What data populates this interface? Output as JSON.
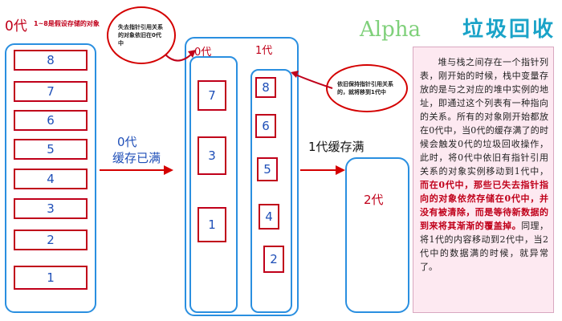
{
  "titles": {
    "alpha": "Alpha",
    "main": "垃圾回收"
  },
  "gen0_left": {
    "label": "0代",
    "note": "1~8是假设存储的对象",
    "items": [
      "8",
      "7",
      "6",
      "5",
      "4",
      "3",
      "2",
      "1"
    ]
  },
  "bubbles": {
    "top": "失去指针引用关系的对象依旧在0代中",
    "right": "依旧保持指针引用关系的，就将移到1代中"
  },
  "arrows": {
    "gen0_full_line1": "0代",
    "gen0_full_line2": "缓存已满",
    "gen1_full": "1代缓存满"
  },
  "middle": {
    "gen0_label": "0代",
    "gen1_label": "1代",
    "gen0_items": [
      "7",
      "3",
      "1"
    ],
    "gen1_items": [
      "8",
      "6",
      "5",
      "4",
      "2"
    ]
  },
  "gen2": {
    "label": "2代"
  },
  "panel": {
    "p1": "堆与栈之间存在一个指针列表，刚开始的时候，栈中变量存放的是与之对应的堆中实例的地址，即通过这个列表有一种指向的关系。所有的对象刚开始都放在0代中，当0代的缓存满了的时候会触发0代的垃圾回收操作，此时，将0代中依旧有指针引用关系的对象实例移动到1代中，",
    "highlight": "而在0代中，那些已失去指针指向的对象依然存储在0代中，并没有被清除，而是等待新数据的到来将其渐渐的覆盖掉。",
    "p2": "同理，将1代的内容移动到2代中，当2代中的数据满的时候，就异常了。"
  },
  "colors": {
    "red": "#c0001a",
    "blue": "#1f4fb8",
    "container": "#2a8fe0",
    "panel_bg": "#fde9f1",
    "alpha_green": "#7fd07a",
    "title_cyan": "#1aa3c8"
  }
}
